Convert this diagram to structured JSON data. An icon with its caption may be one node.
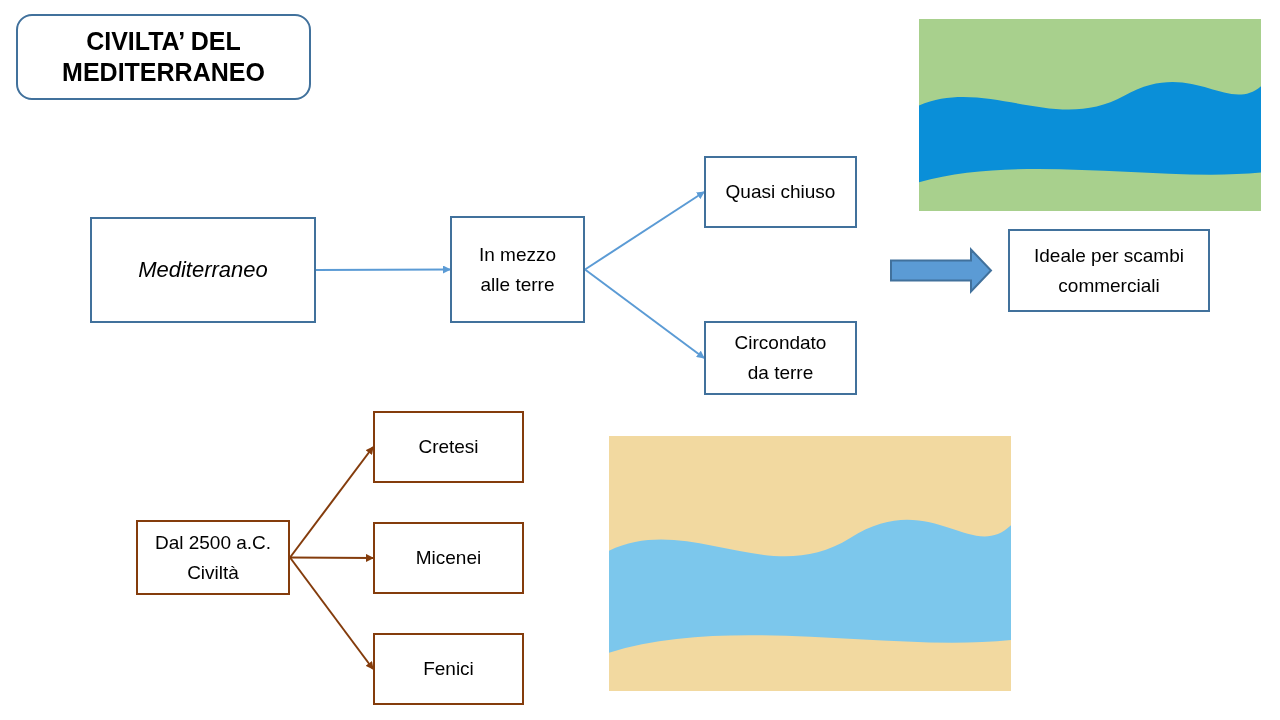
{
  "diagram": {
    "title": "CIVILTA’ DEL MEDITERRANEO",
    "nodes": [
      {
        "text": [
          "Mediterraneo"
        ]
      },
      {
        "text": [
          "In mezzo alle terre"
        ]
      },
      {
        "text": [
          "Quasi chiuso"
        ]
      },
      {
        "text": [
          "Circondato da terre"
        ]
      },
      {
        "text": [
          "Ideale per scambi commerciali"
        ]
      },
      {
        "text": [
          "Dal 2500 a.C. Civiltà"
        ]
      },
      {
        "text": [
          "Cretesi"
        ]
      },
      {
        "text": [
          "Micenei"
        ]
      },
      {
        "text": [
          "Fenici"
        ]
      },
      {
        "text": [],
        "shape": "picture"
      },
      {
        "text": [],
        "shape": "picture"
      }
    ],
    "edges": [
      {
        "from": 0,
        "to": 1,
        "arrow": "to"
      },
      {
        "from": 1,
        "to": 2,
        "arrow": "to"
      },
      {
        "from": 1,
        "to": 3,
        "arrow": "to"
      },
      {
        "from": null,
        "to": 4,
        "arrow": "to",
        "style": "thick"
      },
      {
        "from": 5,
        "to": 6,
        "arrow": "to",
        "color": "#843c0c"
      },
      {
        "from": 5,
        "to": 7,
        "arrow": "to",
        "color": "#843c0c"
      },
      {
        "from": 5,
        "to": 8,
        "arrow": "to",
        "color": "#843c0c"
      }
    ]
  }
}
